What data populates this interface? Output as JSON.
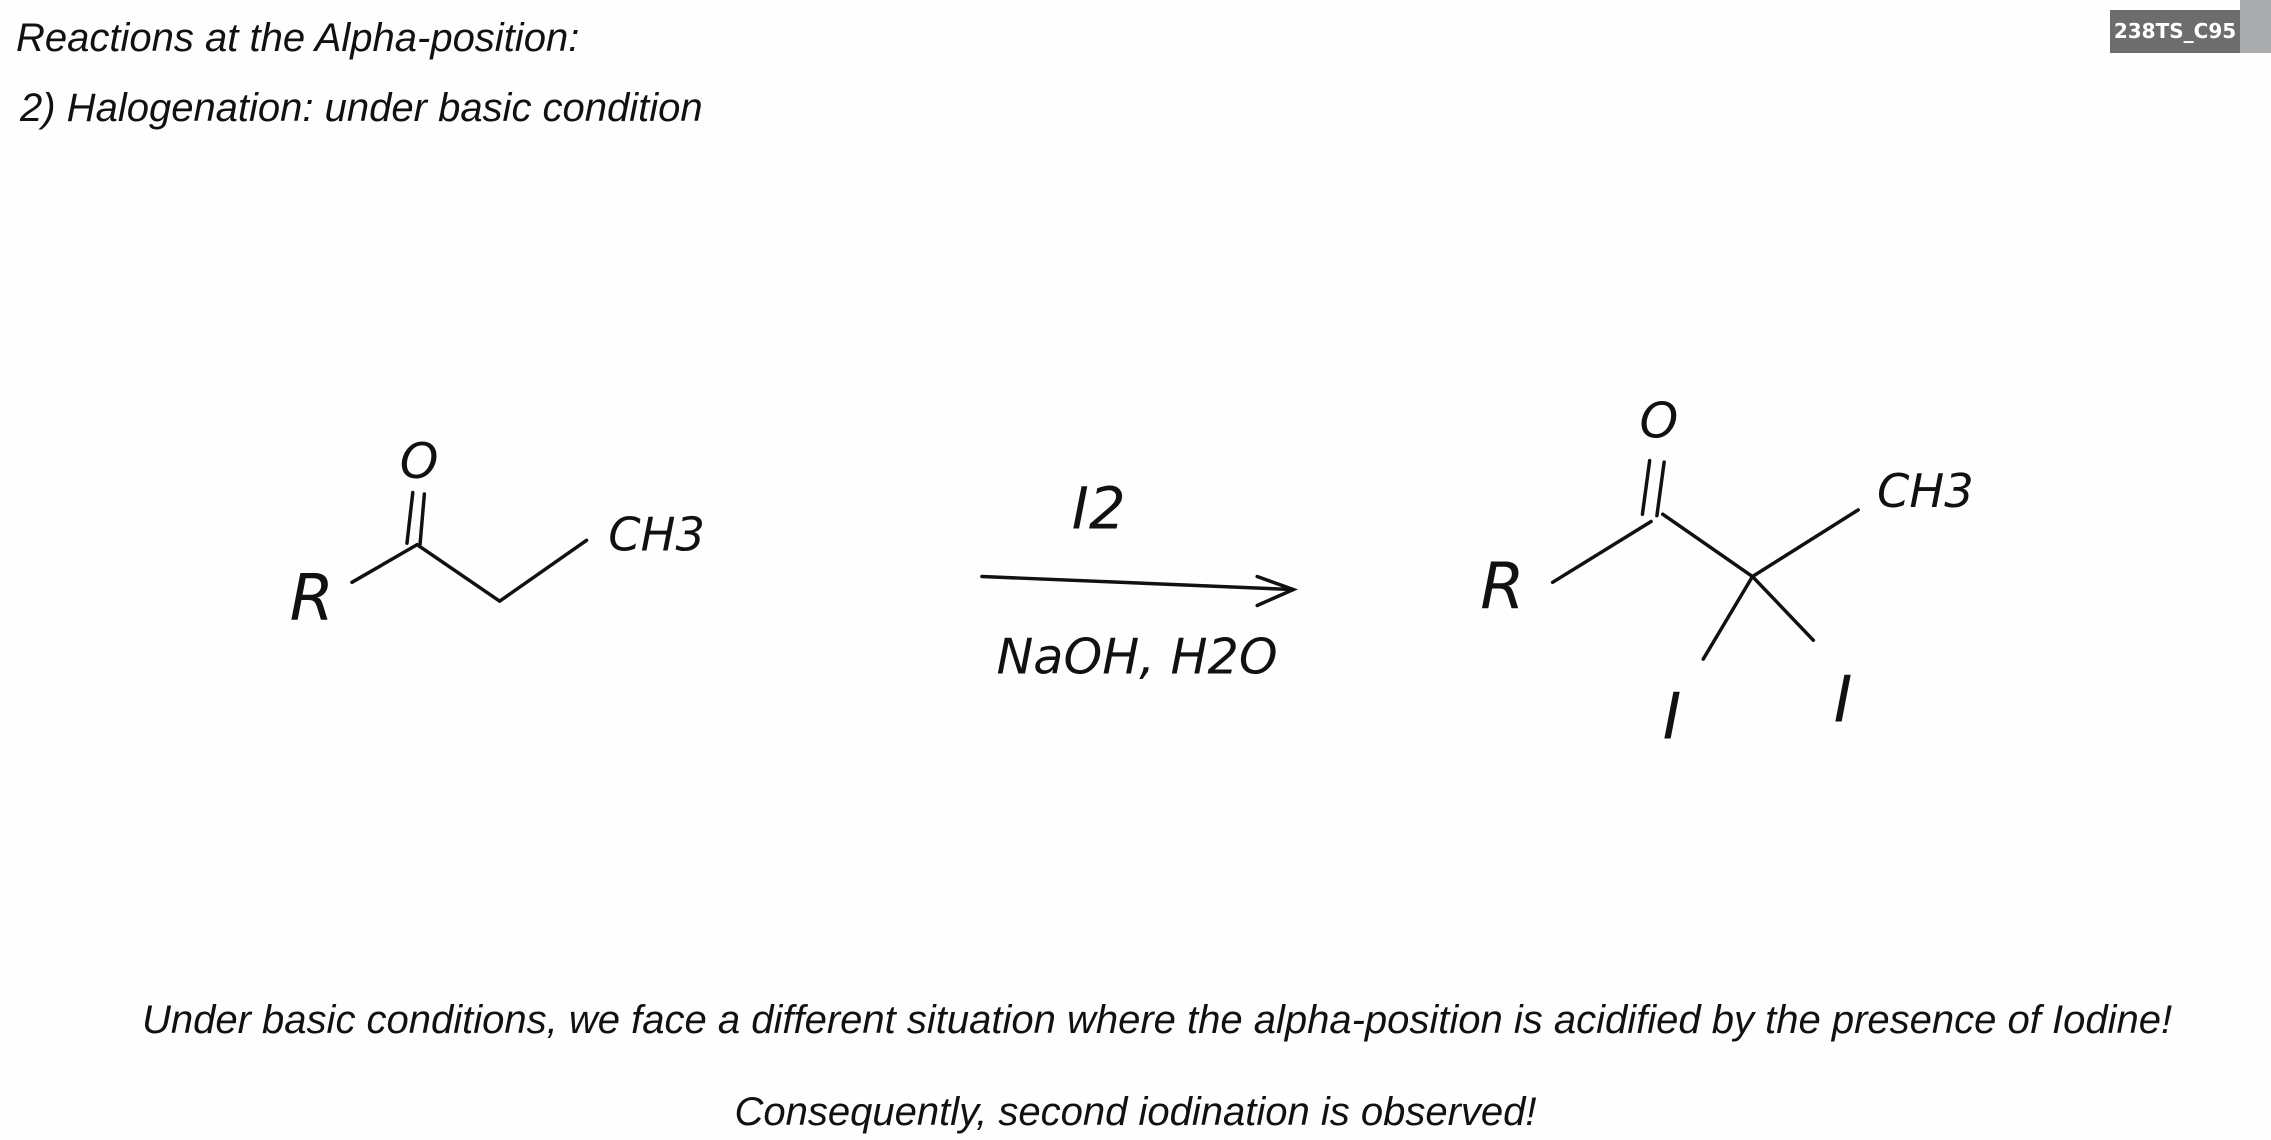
{
  "header": {
    "title": "Reactions at the Alpha-position:",
    "subtitle": "2) Halogenation: under basic condition"
  },
  "badge": {
    "label": "238TS_C95"
  },
  "reaction": {
    "reactant": {
      "r": "R",
      "o": "O",
      "ch3": "CH3"
    },
    "reagent_top": "I2",
    "reagent_bottom": "NaOH, H2O",
    "product": {
      "r": "R",
      "o": "O",
      "ch3": "CH3",
      "i1": "I",
      "i2": "I"
    }
  },
  "notes": {
    "line1": "Under basic conditions, we face a different situation where the alpha-position is acidified by the presence of Iodine!",
    "line2": "Consequently, second iodination is observed!"
  }
}
